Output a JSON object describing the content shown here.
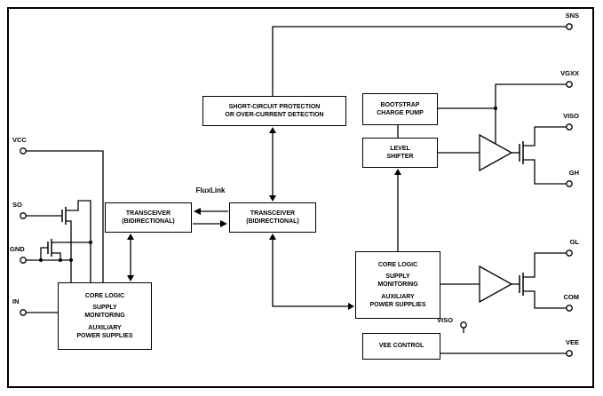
{
  "blocks": {
    "scp": {
      "line1": "SHORT-CIRCUIT PROTECTION",
      "line2": "OR OVER-CURRENT DETECTION"
    },
    "bootstrap": {
      "line1": "BOOTSTRAP",
      "line2": "CHARGE PUMP"
    },
    "level_shifter": {
      "line1": "LEVEL",
      "line2": "SHIFTER"
    },
    "transceiver_left": {
      "line1": "TRANSCEIVER",
      "line2": "(BIDIRECTIONAL)"
    },
    "transceiver_right": {
      "line1": "TRANSCEIVER",
      "line2": "(BIDIRECTIONAL)"
    },
    "core_left": {
      "line1": "CORE LOGIC",
      "line2": "SUPPLY",
      "line3": "MONITORING",
      "line4": "AUXILIARY",
      "line5": "POWER SUPPLIES"
    },
    "core_right": {
      "line1": "CORE LOGIC",
      "line2": "SUPPLY",
      "line3": "MONITORING",
      "line4": "AUXILIARY",
      "line5": "POWER SUPPLIES"
    },
    "vee_control": {
      "line1": "VEE CONTROL"
    }
  },
  "pins": {
    "vcc": "VCC",
    "so": "SO",
    "gnd": "GND",
    "in": "IN",
    "sns": "SNS",
    "vgxx": "VGXX",
    "viso": "VISO",
    "gh": "GH",
    "gl": "GL",
    "com": "COM",
    "vee": "VEE",
    "viso_ref": "VISO"
  },
  "labels": {
    "fluxlink": "FluxLink"
  },
  "colors": {
    "line": "#000000",
    "background": "#ffffff",
    "text": "#000000",
    "box_fill": "#ffffff"
  }
}
